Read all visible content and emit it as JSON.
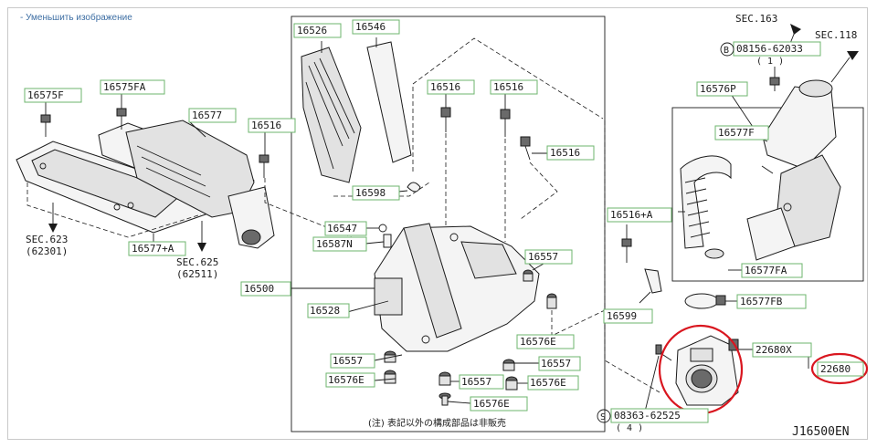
{
  "header": {
    "shrink_link": "- Уменьшить изображение"
  },
  "labels": {
    "p16575F": "16575F",
    "p16575FA": "16575FA",
    "p16577": "16577",
    "p16516_a": "16516",
    "p16577A": "16577+A",
    "p16526": "16526",
    "p16546": "16546",
    "p16516_b": "16516",
    "p16516_c": "16516",
    "p16516_d": "16516",
    "p16598": "16598",
    "p16547": "16547",
    "p16587N": "16587N",
    "p16500": "16500",
    "p16528": "16528",
    "p16557_a": "16557",
    "p16557_b": "16557",
    "p16557_c": "16557",
    "p16557_d": "16557",
    "p16576E_a": "16576E",
    "p16576E_b": "16576E",
    "p16576E_c": "16576E",
    "p16576E_d": "16576E",
    "p16576P": "16576P",
    "p16577F": "16577F",
    "p16577FA": "16577FA",
    "p16577FB": "16577FB",
    "p16516A": "16516+A",
    "p16599": "16599",
    "p22680X": "22680X",
    "p22680": "22680",
    "p08156": "08156-62033",
    "p08363": "08363-62525"
  },
  "sec": {
    "sec163": "SEC.163",
    "sec118": "SEC.118",
    "sec623": "SEC.623",
    "sec623_sub": "(62301)",
    "sec625": "SEC.625",
    "sec625_sub": "(62511)"
  },
  "callouts": {
    "b_symbol": "B",
    "s_symbol": "S",
    "qty_1": "( 1 )",
    "qty_4": "( 4 )"
  },
  "note": "(注) 表記以外の構成部品は非販売",
  "code": "J16500EN",
  "colors": {
    "label_border": "#6db56d",
    "highlight": "#d9161f",
    "link": "#3d6ea3"
  }
}
